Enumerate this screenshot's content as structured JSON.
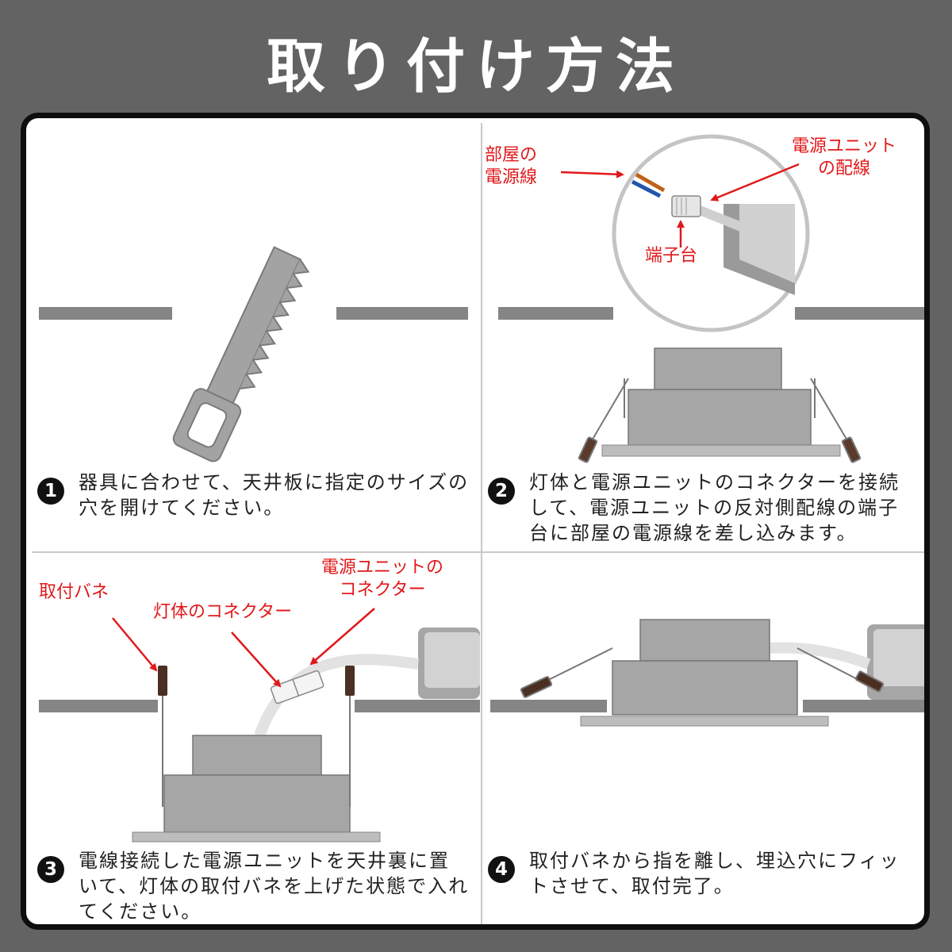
{
  "title": "取り付け方法",
  "steps": [
    {
      "number": "1",
      "text": "器具に合わせて、天井板に指定のサイズの穴を開けてください。"
    },
    {
      "number": "2",
      "text": "灯体と電源ユニットのコネクターを接続して、電源ユニットの反対側配線の端子台に部屋の電源線を差し込みます。"
    },
    {
      "number": "3",
      "text": "電線接続した電源ユニットを天井裏に置いて、灯体の取付バネを上げた状態で入れてください。"
    },
    {
      "number": "4",
      "text": "取付バネから指を離し、埋込穴にフィットさせて、取付完了。"
    }
  ],
  "callouts": {
    "room_wire": [
      "部屋の",
      "電源線"
    ],
    "power_unit_wire": [
      "電源ユニット",
      "の配線"
    ],
    "terminal_block": "端子台",
    "mounting_spring": "取付バネ",
    "lamp_connector": "灯体のコネクター",
    "unit_connector": [
      "電源ユニットの",
      "コネクター"
    ]
  },
  "colors": {
    "background": "#636363",
    "panel": "#ffffff",
    "callout": "#e0191b",
    "diagram_gray": "#808080"
  }
}
